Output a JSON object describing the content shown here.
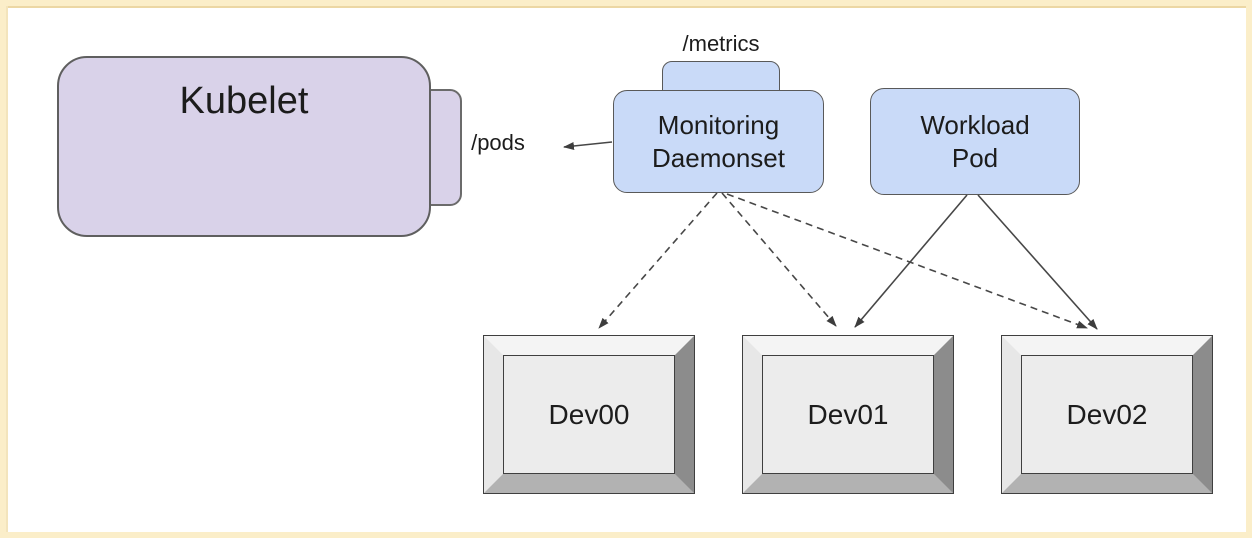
{
  "diagram": {
    "nodes": {
      "kubelet": {
        "label": "Kubelet",
        "endpoint": "/pods"
      },
      "monitoring": {
        "line1": "Monitoring",
        "line2": "Daemonset",
        "endpoint": "/metrics"
      },
      "workload": {
        "line1": "Workload",
        "line2": "Pod"
      },
      "devices": [
        {
          "label": "Dev00"
        },
        {
          "label": "Dev01"
        },
        {
          "label": "Dev02"
        }
      ]
    },
    "edges": [
      {
        "from": "monitoring-daemonset",
        "to": "kubelet-/pods",
        "style": "solid-arrow"
      },
      {
        "from": "monitoring-daemonset",
        "to": "dev00",
        "style": "dashed-arrow"
      },
      {
        "from": "monitoring-daemonset",
        "to": "dev01",
        "style": "dashed-arrow"
      },
      {
        "from": "monitoring-daemonset",
        "to": "dev02",
        "style": "dashed-arrow"
      },
      {
        "from": "workload-pod",
        "to": "dev01",
        "style": "solid-arrow"
      },
      {
        "from": "workload-pod",
        "to": "dev02",
        "style": "solid-arrow"
      }
    ],
    "colors": {
      "kubelet_fill": "#d9d2e9",
      "pod_fill": "#c9daf8",
      "node_border": "#595959",
      "edge": "#474747",
      "frame": "#fbeec9",
      "frame_accent": "#ecd7a4",
      "device_panel": "#ececec",
      "device_bevel_dark": "#8c8c8c"
    }
  }
}
